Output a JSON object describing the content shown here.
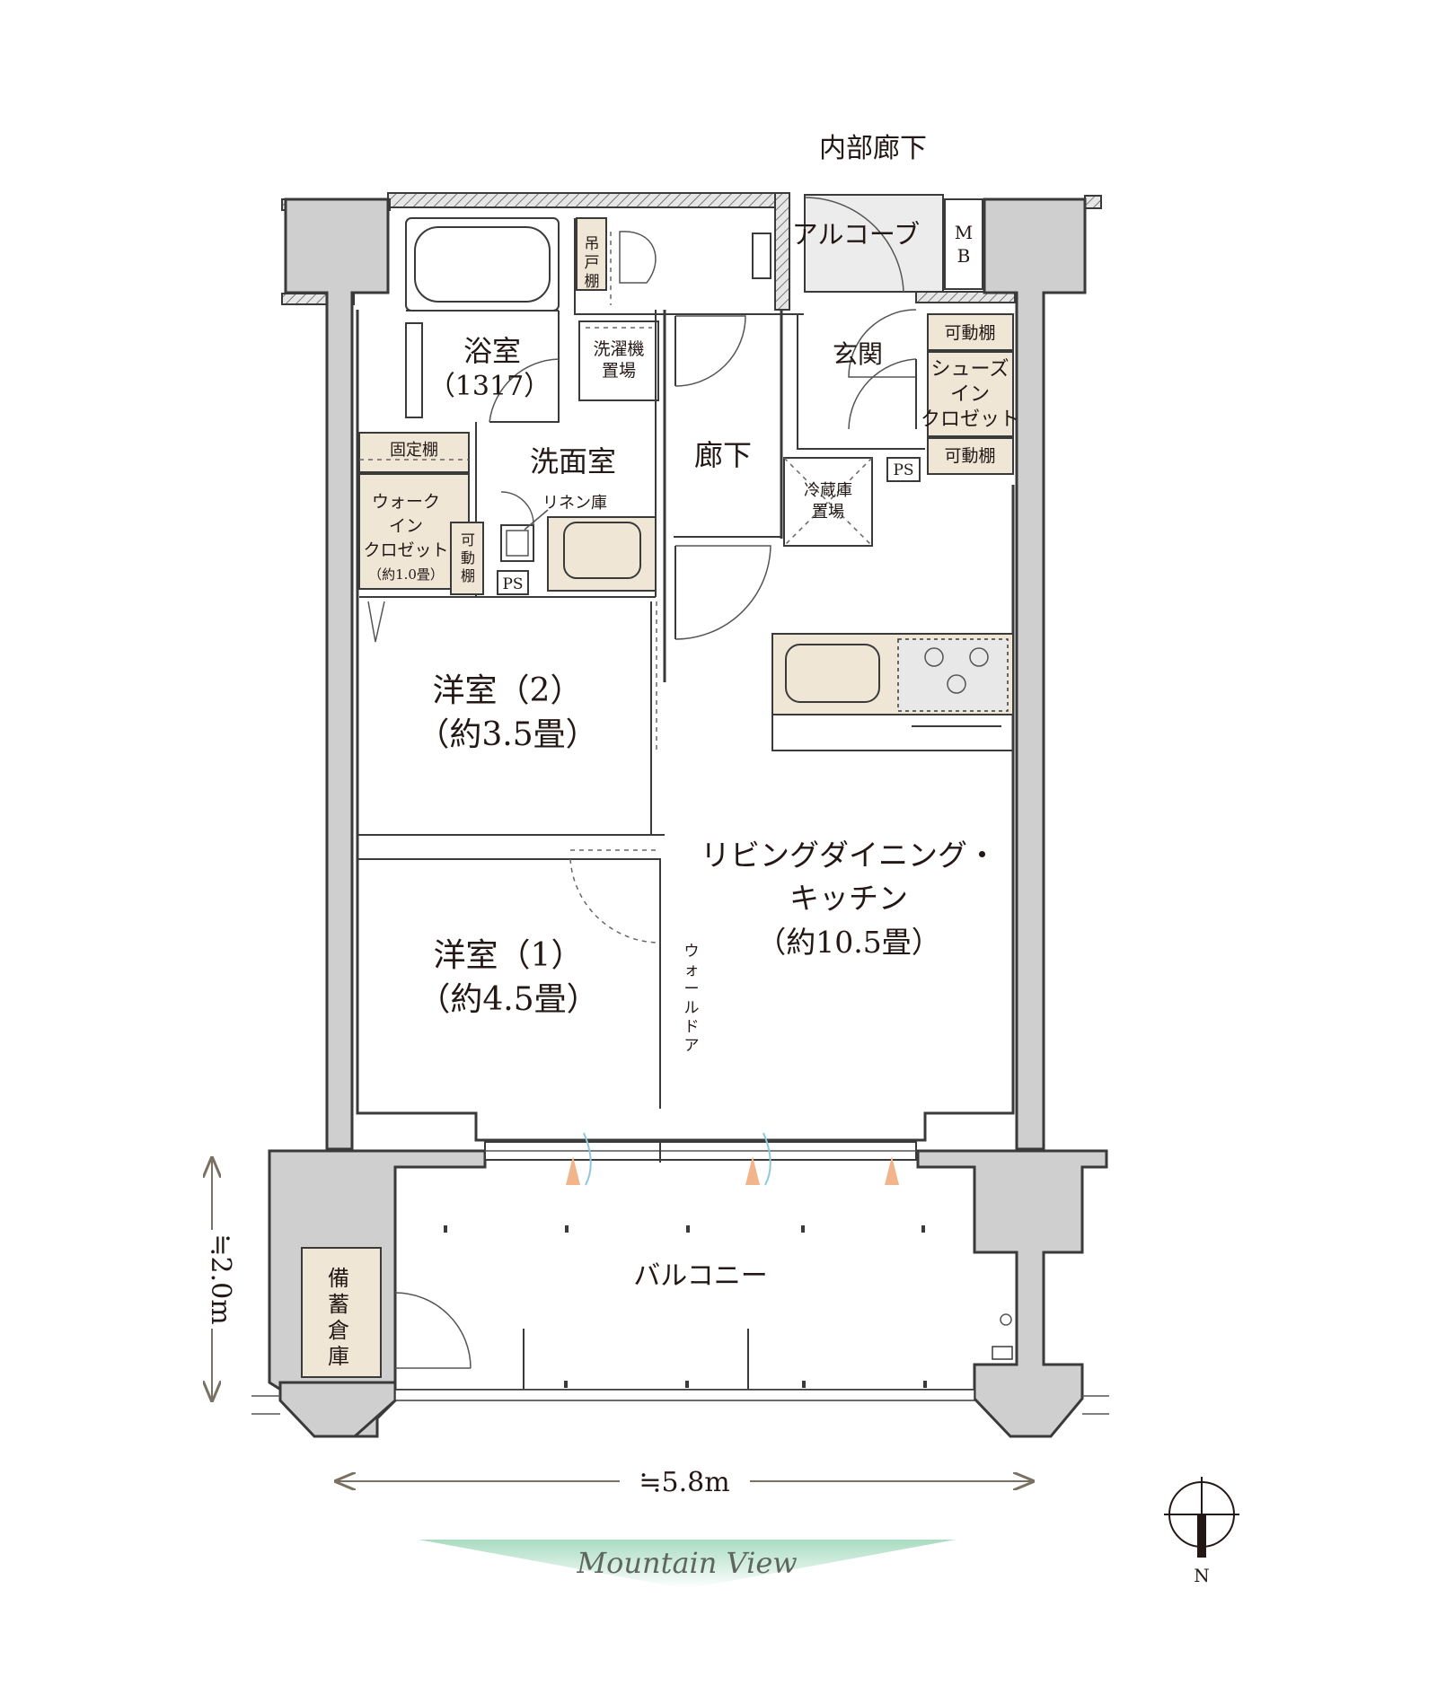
{
  "labels": {
    "inner_corridor": "内部廊下",
    "alcove": "アルコーブ",
    "mb": "M\nB",
    "hanging_shelf": "吊\n戸\n棚",
    "bathroom": "浴室",
    "bathroom_size": "（1317）",
    "washer": "洗濯機\n置場",
    "hallway": "廊下",
    "entrance": "玄関",
    "movable_shelf_top": "可動棚",
    "shoe_closet": "シューズ\nイン\nクロゼット",
    "movable_shelf_bottom": "可動棚",
    "ps_entrance": "PS",
    "fixed_shelf": "固定棚",
    "washroom": "洗面室",
    "linen": "リネン庫",
    "fridge": "冷蔵庫\n置場",
    "wic": "ウォーク\nイン\nクロゼット",
    "wic_size": "（約1.0畳）",
    "movable_shelf_wic": "可\n動\n棚",
    "ps_wash": "PS",
    "western2": "洋室（2）",
    "western2_size": "（約3.5畳）",
    "ldk_line1": "リビングダイニング・",
    "ldk_line2": "キッチン",
    "ldk_size": "（約10.5畳）",
    "western1": "洋室（1）",
    "western1_size": "（約4.5畳）",
    "wall_door": "ウ\nォ\nー\nル\nド\nア",
    "balcony": "バルコニー",
    "storage": "備\n蓄\n倉\n庫",
    "dim_height": "≒2.0m",
    "dim_width": "≒5.8m",
    "view": "Mountain View",
    "north": "N"
  },
  "colors": {
    "wall": "#cfcfcf",
    "fixture": "#efe6d6",
    "view_gradient": "#bfe3cf",
    "arrow": "#f2b48a",
    "dimension": "#7a7063"
  }
}
